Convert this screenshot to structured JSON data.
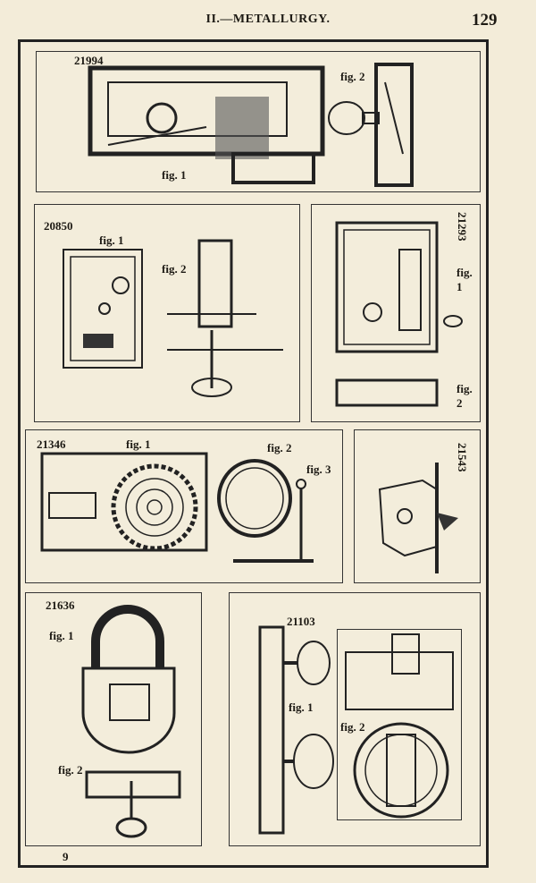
{
  "header": {
    "title": "II.—METALLURGY.",
    "page_number": "129"
  },
  "panels": {
    "p21994": {
      "number": "21994",
      "fig1": "fig. 1",
      "fig2": "fig. 2"
    },
    "p20850": {
      "number": "20850",
      "fig1": "fig. 1",
      "fig2": "fig. 2"
    },
    "p21293": {
      "number": "21293",
      "fig1": "fig. 1",
      "fig2": "fig. 2"
    },
    "p21346": {
      "number": "21346",
      "fig1": "fig. 1",
      "fig2": "fig. 2",
      "fig3": "fig. 3"
    },
    "p21543": {
      "number": "21543"
    },
    "p21636": {
      "number": "21636",
      "fig1": "fig. 1",
      "fig2": "fig. 2"
    },
    "p21103": {
      "number": "21103",
      "fig1": "fig. 1",
      "fig2": "fig. 2"
    }
  },
  "footer": {
    "signature": "9"
  },
  "icons": [
    "lock-mechanism-icon",
    "key-icon",
    "padlock-icon",
    "spring-icon",
    "gear-icon"
  ]
}
